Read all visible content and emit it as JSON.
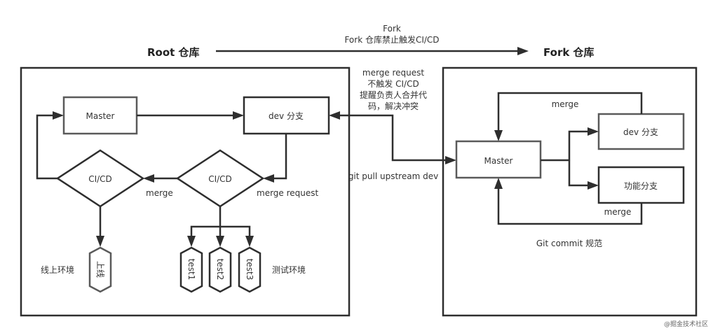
{
  "header": {
    "root_repo_label": "Root 仓库",
    "fork_repo_label": "Fork 仓库",
    "fork_arrow_label_line1": "Fork",
    "fork_arrow_label_line2": "Fork 仓库禁止触发CI/CD"
  },
  "middle": {
    "merge_request_note": [
      "merge request",
      "不触发 CI/CD",
      "提醒负责人合并代",
      "码，解决冲突"
    ],
    "pull_label": "git pull upstream dev"
  },
  "root_repo": {
    "master_label": "Master",
    "dev_branch_label": "dev 分支",
    "cicd_left_label": "CI/CD",
    "cicd_right_label": "CI/CD",
    "merge_label": "merge",
    "merge_request_label": "merge request",
    "online_env_label": "线上环境",
    "online_node_label": "上线",
    "test_env_label": "测试环境",
    "test_nodes": [
      "test1",
      "test2",
      "test3"
    ]
  },
  "fork_repo": {
    "master_label": "Master",
    "dev_branch_label": "dev 分支",
    "feature_branch_label": "功能分支",
    "merge_top_label": "merge",
    "merge_bottom_label": "merge",
    "commit_rule_label": "Git commit 规范"
  },
  "watermark": "@掘金技术社区"
}
